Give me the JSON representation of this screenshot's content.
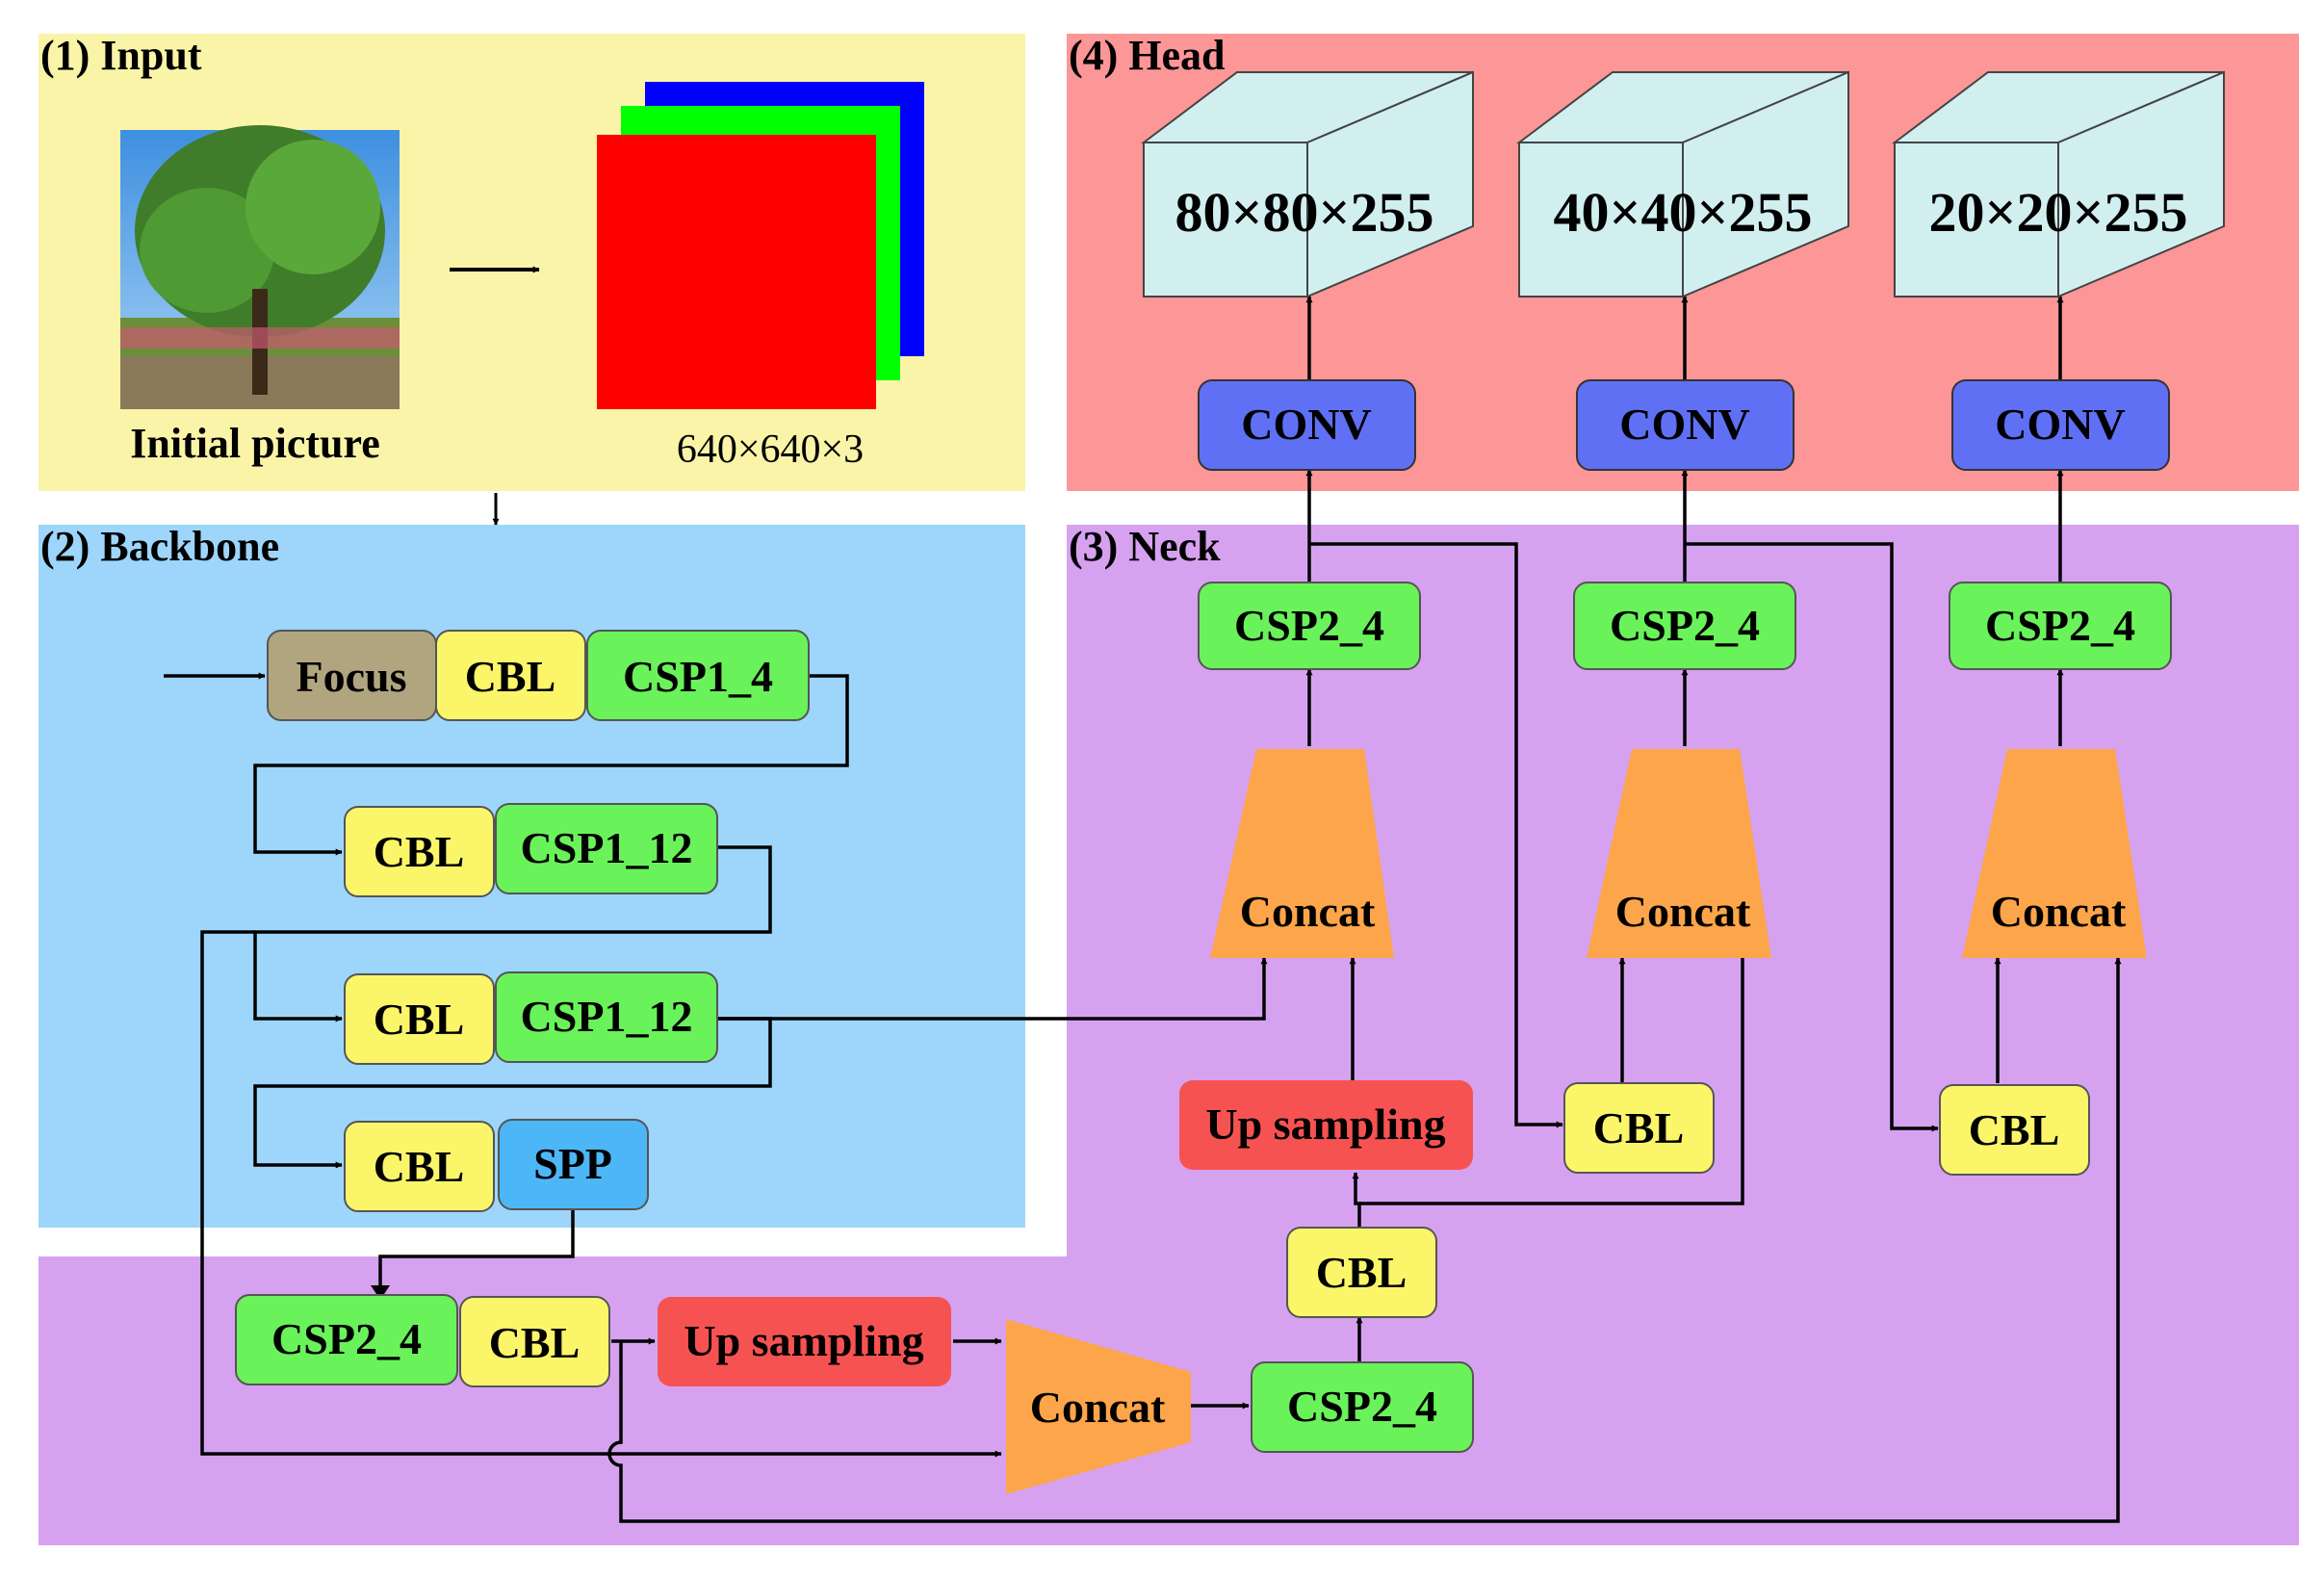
{
  "sections": {
    "input": "(1) Input",
    "backbone": "(2) Backbone",
    "neck": "(3) Neck",
    "head": "(4) Head"
  },
  "input": {
    "caption": "Initial picture",
    "tensor": "640×640×3"
  },
  "backbone": {
    "focus": "Focus",
    "cbl_1": "CBL",
    "csp1_4": "CSP1_4",
    "cbl_2": "CBL",
    "csp1_12_a": "CSP1_12",
    "cbl_3": "CBL",
    "csp1_12_b": "CSP1_12",
    "cbl_4": "CBL",
    "spp": "SPP"
  },
  "neck": {
    "csp2_4_low": "CSP2_4",
    "cbl_low": "CBL",
    "upsample_1": "Up sampling",
    "concat_1": "Concat",
    "csp2_4_mid": "CSP2_4",
    "cbl_mid": "CBL",
    "upsample_2": "Up sampling",
    "concat_2": "Concat",
    "concat_3": "Concat",
    "concat_4": "Concat",
    "csp2_4_out1": "CSP2_4",
    "csp2_4_out2": "CSP2_4",
    "csp2_4_out3": "CSP2_4",
    "cbl_out2": "CBL",
    "cbl_out3": "CBL"
  },
  "head": {
    "conv_1": "CONV",
    "conv_2": "CONV",
    "conv_3": "CONV",
    "out_1": "80×80×255",
    "out_2": "40×40×255",
    "out_3": "20×20×255"
  },
  "colors": {
    "input_bg": "#faf4a8",
    "backbone_bg": "#9dd6fa",
    "neck_bg": "#d6a2f0",
    "head_bg": "#fc9697",
    "focus": "#b0a57f",
    "cbl": "#fbf56a",
    "csp": "#6af25a",
    "spp": "#4db6f7",
    "upsample": "#f75252",
    "concat": "#fca54a",
    "conv": "#6070f5",
    "cube": "#d2eff0",
    "channel_r": "#ff0000",
    "channel_g": "#00ff00",
    "channel_b": "#0000ff"
  }
}
